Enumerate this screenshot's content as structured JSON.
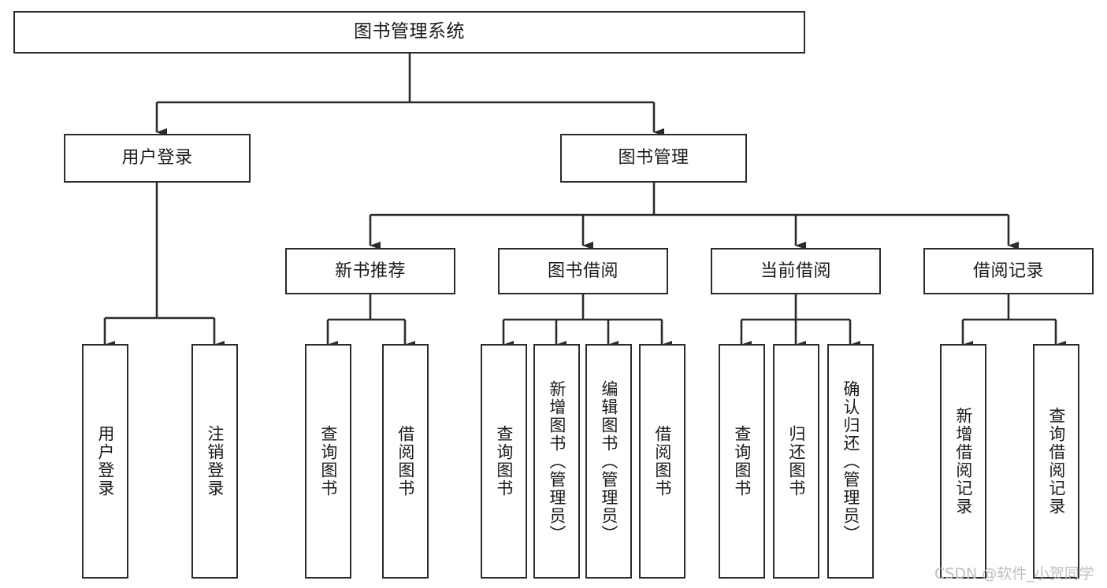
{
  "diagram": {
    "title": "图书管理系统",
    "type": "tree",
    "root": {
      "label": "图书管理系统",
      "children": [
        {
          "label": "用户登录",
          "children": [
            {
              "label": "用户登录"
            },
            {
              "label": "注销登录"
            }
          ]
        },
        {
          "label": "图书管理",
          "children": [
            {
              "label": "新书推荐",
              "children": [
                {
                  "label": "查询图书"
                },
                {
                  "label": "借阅图书"
                }
              ]
            },
            {
              "label": "图书借阅",
              "children": [
                {
                  "label": "查询图书"
                },
                {
                  "label": "新增图书（管理员）"
                },
                {
                  "label": "编辑图书（管理员）"
                },
                {
                  "label": "借阅图书"
                }
              ]
            },
            {
              "label": "当前借阅",
              "children": [
                {
                  "label": "查询图书"
                },
                {
                  "label": "归还图书"
                },
                {
                  "label": "确认归还（管理员）"
                }
              ]
            },
            {
              "label": "借阅记录",
              "children": [
                {
                  "label": "新增借阅记录"
                },
                {
                  "label": "查询借阅记录"
                }
              ]
            }
          ]
        }
      ]
    }
  },
  "nodes": {
    "root": "图书管理系统",
    "l2_user_login": "用户登录",
    "l2_book_manage": "图书管理",
    "l3_new_book": "新书推荐",
    "l3_borrow": "图书借阅",
    "l3_current": "当前借阅",
    "l3_records": "借阅记录",
    "leaf_user_login": "用户登录",
    "leaf_logout": "注销登录",
    "leaf_query_book_1": "查询图书",
    "leaf_borrow_book_1": "借阅图书",
    "leaf_query_book_2": "查询图书",
    "leaf_add_book": "新增图书（管理员）",
    "leaf_edit_book": "编辑图书（管理员）",
    "leaf_borrow_book_2": "借阅图书",
    "leaf_query_book_3": "查询图书",
    "leaf_return_book": "归还图书",
    "leaf_confirm_return": "确认归还（管理员）",
    "leaf_add_record": "新增借阅记录",
    "leaf_query_record": "查询借阅记录"
  },
  "watermark": {
    "text": "CSDN @软件_小贺同学"
  },
  "colors": {
    "border": "#2b2b2b",
    "text": "#1a1a1a",
    "background": "#ffffff",
    "watermark": "#bfbfbf"
  }
}
